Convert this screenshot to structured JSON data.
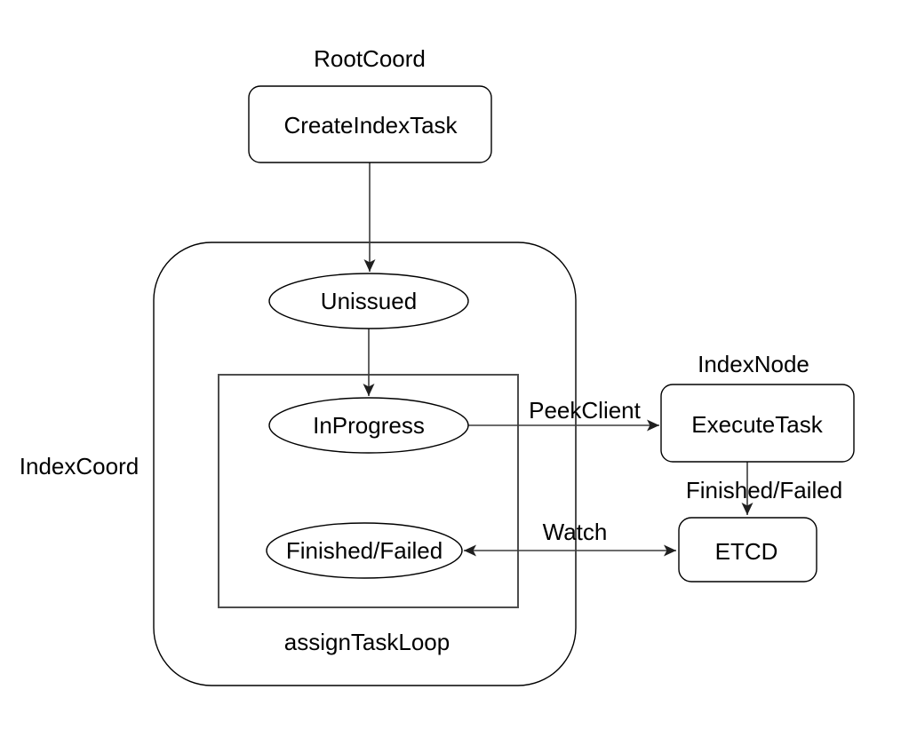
{
  "diagram": {
    "groups": {
      "root_coord": "RootCoord",
      "index_coord": "IndexCoord",
      "index_node": "IndexNode",
      "assign_task_loop": "assignTaskLoop"
    },
    "nodes": {
      "create_index_task": "CreateIndexTask",
      "unissued": "Unissued",
      "in_progress": "InProgress",
      "finished_failed": "Finished/Failed",
      "execute_task": "ExecuteTask",
      "etcd": "ETCD"
    },
    "edge_labels": {
      "peek_client": "PeekClient",
      "finished_failed": "Finished/Failed",
      "watch": "Watch"
    },
    "colors": {
      "background": "#ffffff",
      "shape_stroke": "#000000",
      "line_stroke": "#4d4d4d",
      "text": "#000000"
    }
  }
}
